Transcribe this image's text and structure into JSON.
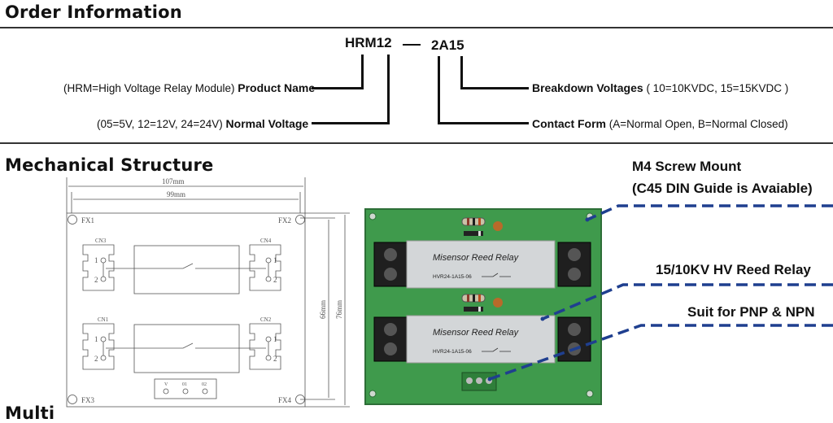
{
  "sections": {
    "order_title": "Order Information",
    "mech_title": "Mechanical Structure",
    "next_title_fragment": "Multi"
  },
  "order": {
    "model": "HRM12",
    "suffix": "2A15",
    "product_name": {
      "note": "(HRM=High Voltage Relay Module)",
      "label": "Product Name"
    },
    "normal_voltage": {
      "note": "(05=5V, 12=12V, 24=24V)",
      "label": "Normal Voltage"
    },
    "breakdown": {
      "label": "Breakdown Voltages",
      "note": "( 10=10KVDC, 15=15KVDC )"
    },
    "contact_form": {
      "label": "Contact Form",
      "note": "(A=Normal Open, B=Normal Closed)"
    }
  },
  "drawing": {
    "dim_width_outer": "107mm",
    "dim_width_inner": "99mm",
    "dim_height_inner": "66mm",
    "dim_height_outer": "76mm",
    "holes": [
      "FX1",
      "FX2",
      "FX3",
      "FX4"
    ],
    "connectors": [
      "CN3",
      "CN4",
      "CN1",
      "CN2"
    ],
    "pin1": "1",
    "pin2": "2",
    "terminal_pins": [
      "V",
      "01",
      "02"
    ]
  },
  "board": {
    "relay_brand": "Misensor Reed Relay",
    "relay_part": "HVR24-1A15-06"
  },
  "callouts": {
    "screw_line1": "M4 Screw Mount",
    "screw_line2": "(C45 DIN Guide is Avaiable)",
    "reed": "15/10KV HV Reed Relay",
    "pnp": "Suit for PNP & NPN"
  },
  "colors": {
    "pcb_green": "#3f9a4c",
    "callout_blue": "#1f3f8f",
    "relay_gray": "#d3d6d8"
  }
}
